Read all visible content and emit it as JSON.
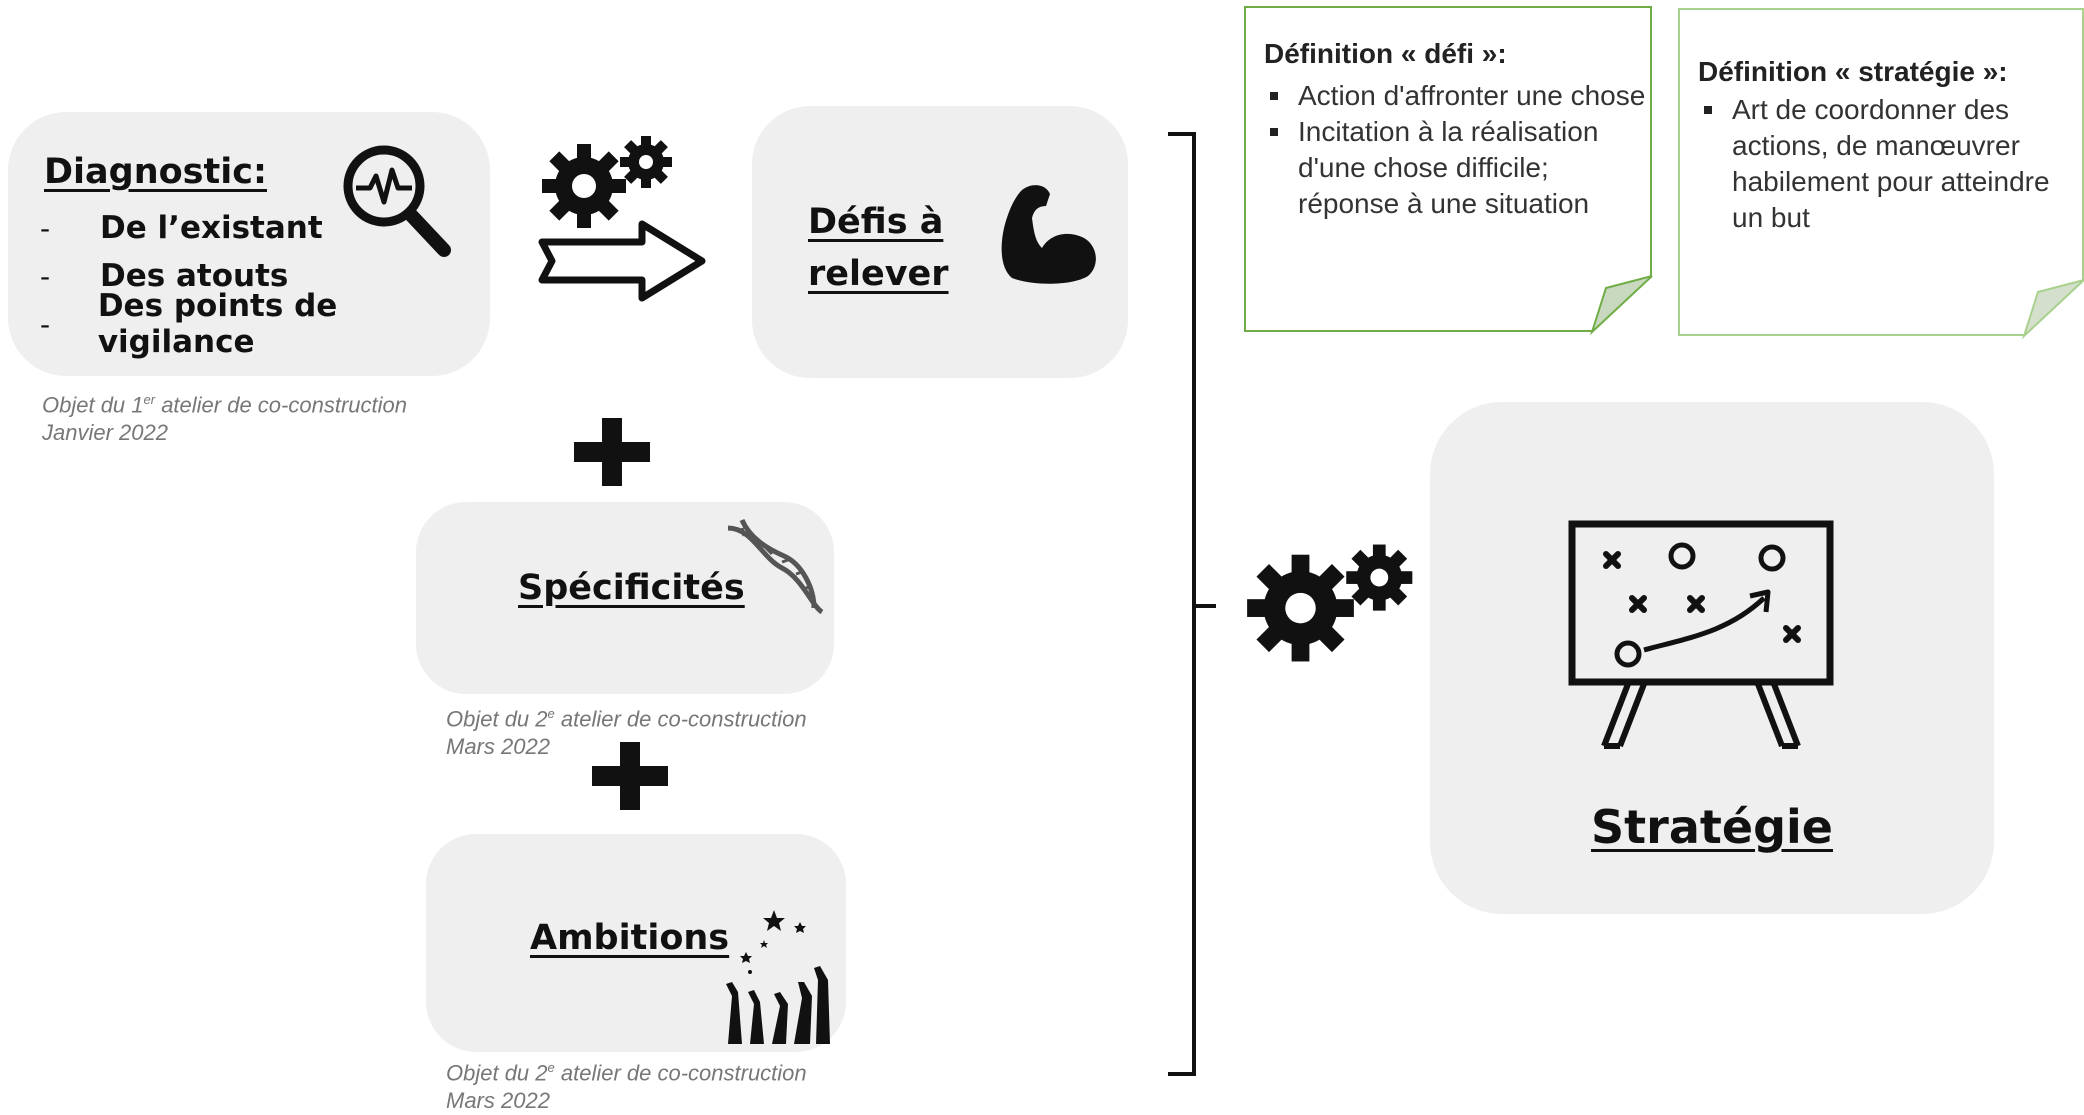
{
  "diagnostic": {
    "title": "Diagnostic:",
    "items": [
      "De l’existant",
      "Des atouts",
      "Des points de vigilance"
    ],
    "caption_line1_prefix": "Objet du 1",
    "caption_line1_sup": "er",
    "caption_line1_suffix": " atelier de co-construction",
    "caption_line2": "Janvier 2022"
  },
  "defis": {
    "title_line1": "Défis à",
    "title_line2": "relever"
  },
  "specificites": {
    "title": "Spécificités",
    "caption_line1_prefix": "Objet du 2",
    "caption_line1_sup": "e",
    "caption_line1_suffix": " atelier de co-construction",
    "caption_line2": "Mars 2022"
  },
  "ambitions": {
    "title": "Ambitions",
    "caption_line1_prefix": "Objet du 2",
    "caption_line1_sup": "e",
    "caption_line1_suffix": " atelier de co-construction",
    "caption_line2": "Mars 2022"
  },
  "definition_defi": {
    "title": "Définition « défi »:",
    "bullets": [
      "Action d'affronter une chose",
      "Incitation à la réalisation d'une chose difficile; réponse à une situation"
    ],
    "border_color": "#70ad47"
  },
  "definition_strategie": {
    "title": "Définition « stratégie »:",
    "bullets": [
      "Art de coordonner des actions, de manœuvrer habilement pour atteindre un but"
    ],
    "border_color": "#a9d18e"
  },
  "strategie": {
    "title": "Stratégie"
  },
  "icons": {
    "diagnostic": "magnifier-heartbeat-icon",
    "gears": "gears-icon",
    "arrow": "right-arrow-icon",
    "defis": "flexed-arm-icon",
    "plus": "plus-icon",
    "specificites": "dna-icon",
    "ambitions": "reaching-hands-stars-icon",
    "bracket": "right-bracket",
    "strategie": "strategy-board-icon"
  }
}
